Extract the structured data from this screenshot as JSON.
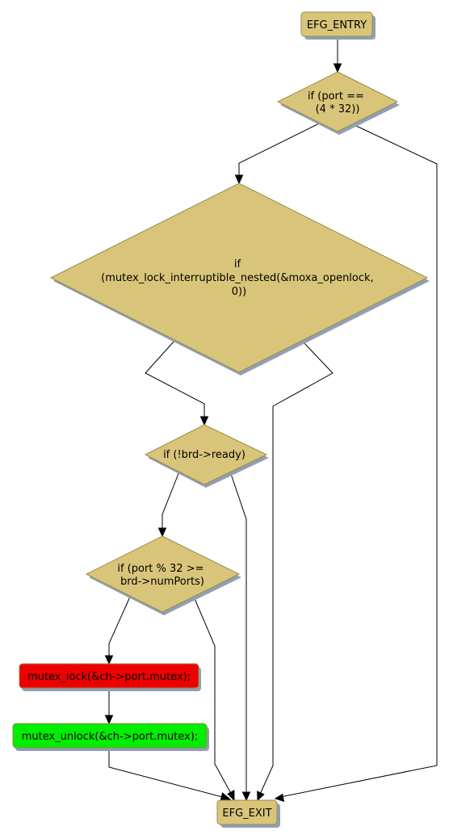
{
  "colors": {
    "node_fill": "#d9c57a",
    "lock_fill": "#ee0000",
    "unlock_fill": "#00ee00",
    "shadow": "#8f9fb6",
    "edge": "#000000"
  },
  "nodes": {
    "entry": {
      "label": "EFG_ENTRY"
    },
    "port_check": {
      "lines": [
        "if (port ==",
        "(4 * 32))"
      ]
    },
    "mutex_check": {
      "lines": [
        "if",
        "(mutex_lock_interruptible_nested(&moxa_openlock,",
        "0))"
      ]
    },
    "ready_check": {
      "lines": [
        "if (!brd->ready)"
      ]
    },
    "numports_check": {
      "lines": [
        "if (port % 32 >=",
        "brd->numPorts)"
      ]
    },
    "lock": {
      "label": "mutex_lock(&ch->port.mutex);"
    },
    "unlock": {
      "label": "mutex_unlock(&ch->port.mutex);"
    },
    "exit": {
      "label": "EFG_EXIT"
    }
  }
}
